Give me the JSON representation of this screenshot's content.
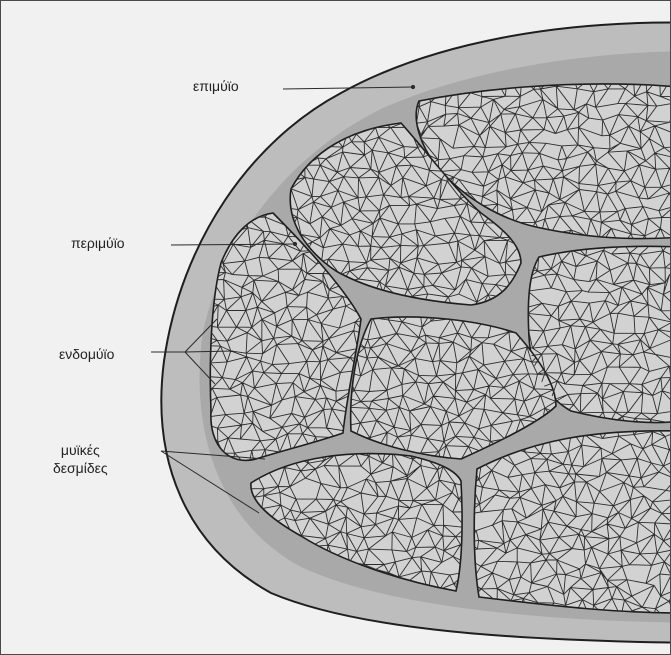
{
  "labels": {
    "epimysium": "επιμύϊο",
    "perimysium": "περιμύϊο",
    "endomysium": "ενδομύϊο",
    "fascicles_line1": "μυϊκές",
    "fascicles_line2": "δεσμίδες"
  },
  "colors": {
    "background": "#f1f1f1",
    "epimysium_layer": "#bdbdbd",
    "perimysium_layer": "#a9a9a9",
    "fascicle_fill": "#d2d2d2",
    "fiber_lines": "#2c2c2c",
    "outline": "#1e1e1e"
  }
}
